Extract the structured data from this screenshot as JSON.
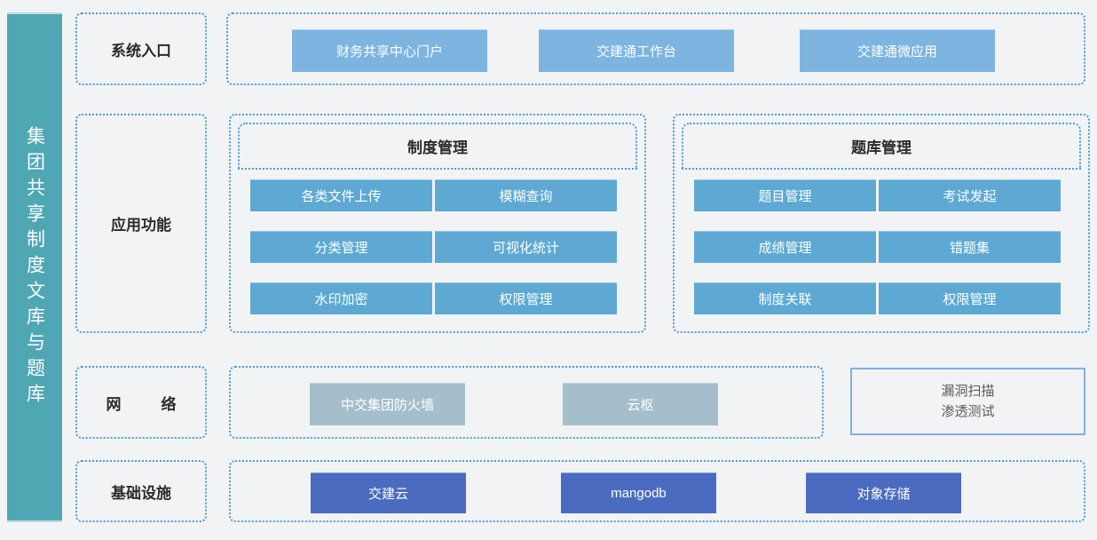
{
  "banner": {
    "title": "集团共享制度文库与题库"
  },
  "rows": [
    {
      "key": "entry",
      "label": "系统入口"
    },
    {
      "key": "func",
      "label": "应用功能"
    },
    {
      "key": "net",
      "label": "网　络"
    },
    {
      "key": "infra",
      "label": "基础设施"
    }
  ],
  "entry_row": {
    "items": [
      {
        "label": "财务共享中心门户"
      },
      {
        "label": "交建通工作台"
      },
      {
        "label": "交建通微应用"
      }
    ]
  },
  "function_row": {
    "groups": [
      {
        "title": "制度管理",
        "items": [
          {
            "label": "各类文件上传"
          },
          {
            "label": "模糊查询"
          },
          {
            "label": "分类管理"
          },
          {
            "label": "可视化统计"
          },
          {
            "label": "水印加密"
          },
          {
            "label": "权限管理"
          }
        ]
      },
      {
        "title": "题库管理",
        "items": [
          {
            "label": "题目管理"
          },
          {
            "label": "考试发起"
          },
          {
            "label": "成绩管理"
          },
          {
            "label": "错题集"
          },
          {
            "label": "制度关联"
          },
          {
            "label": "权限管理"
          }
        ]
      }
    ]
  },
  "network_row": {
    "items": [
      {
        "label": "中交集团防火墙"
      },
      {
        "label": "云枢"
      }
    ],
    "security_box": {
      "line1": "漏洞扫描",
      "line2": "渗透测试"
    }
  },
  "infra_row": {
    "items": [
      {
        "label": "交建云"
      },
      {
        "label": "mangodb"
      },
      {
        "label": "对象存储"
      }
    ]
  },
  "colors": {
    "background": "#f2f3f5",
    "banner": "#4fa7b4",
    "dotted_border": "#4d9fd4",
    "entry_chip": "#7db4e0",
    "function_chip": "#5da9d4",
    "network_chip": "#a4bfcb",
    "infra_chip": "#4a6bc0",
    "security_border": "#7fb0e0",
    "text_dark": "#2b2b2b",
    "text_muted": "#5a5a5a"
  }
}
